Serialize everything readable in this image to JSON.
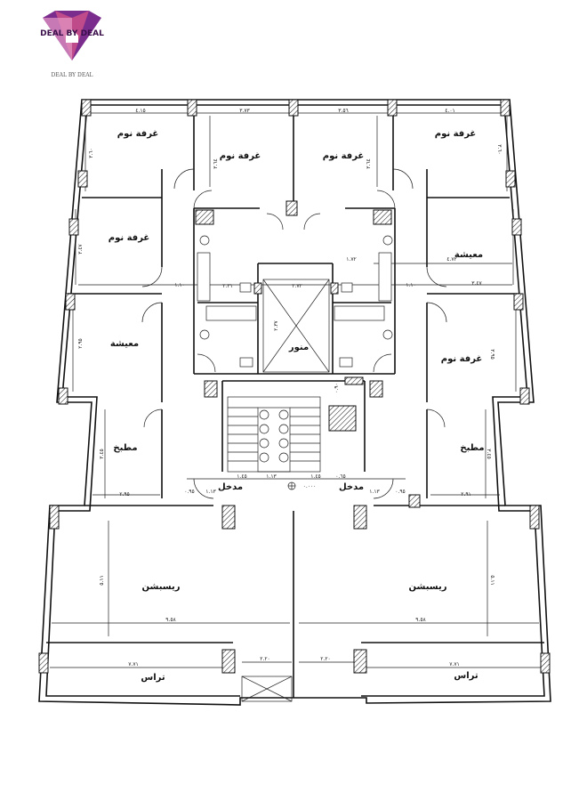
{
  "brand": {
    "logo_text": "DEAL BY DEAL",
    "logo_subtext": "DEAL BY DEAL",
    "colors": {
      "primary": "#7b2d8e",
      "secondary": "#c04b8a",
      "light": "#e79ac6"
    }
  },
  "rooms": {
    "bedroom_tl": "غرفة نوم",
    "bedroom_tc_left": "غرفة نوم",
    "bedroom_tc_right": "غرفة نوم",
    "bedroom_tr": "غرفة نوم",
    "bedroom_ml": "غرفة نوم",
    "living_r": "معيشة",
    "living_l": "معيشة",
    "shaft": "منور",
    "bedroom_mr": "غرفة نوم",
    "kitchen_l": "مطبخ",
    "kitchen_r": "مطبخ",
    "entrance_l": "مدخل",
    "entrance_r": "مدخل",
    "reception_l": "ريسبشن",
    "reception_r": "ريسبشن",
    "terrace_l": "تراس",
    "terrace_r": "تراس"
  },
  "dims": {
    "d1": "٤.١٥",
    "d2": "٣.٧٣",
    "d3": "٣.٥٦",
    "d4": "٤.٠١",
    "d5": "٣.٦٠",
    "d6": "٣.٦٤",
    "d7": "٣.٦٤",
    "d8": "٣.٦٠",
    "d9": "٣.٤٧",
    "d10": "٤.٧٢",
    "d11": "١.٧٢",
    "d12": "٣.٤٧",
    "d13": "٢.٣١",
    "d14": "٢.٧٢",
    "d15": "١.١٠",
    "d16": "١.١٠",
    "d17": "٣.٩٥",
    "d18": "٢.٩٥",
    "d19": "٢.٣٧",
    "d20": "٠.٩٠",
    "d21": "٢.٩٥",
    "d22": "٢.٩١",
    "d23": "٣.٤٥",
    "d24": "٣.٤٥",
    "d25": "٠.٩٥",
    "d26": "١.١٣",
    "d27": "١.١٣",
    "d28": "٠.٩٥",
    "d29": "١.٤٥",
    "d30": "١.٤٥",
    "d31": "٠.٦٥",
    "d32": "١.١٣",
    "d33": "٥.١١",
    "d34": "٥.١١",
    "d35": "٩.٥٨",
    "d36": "٩.٥٨",
    "d37": "٢.٢٠",
    "d38": "٢.٢٠",
    "d39": "٧.٧١",
    "d40": "٧.٧١",
    "d41": "٠.٠٠٠"
  }
}
